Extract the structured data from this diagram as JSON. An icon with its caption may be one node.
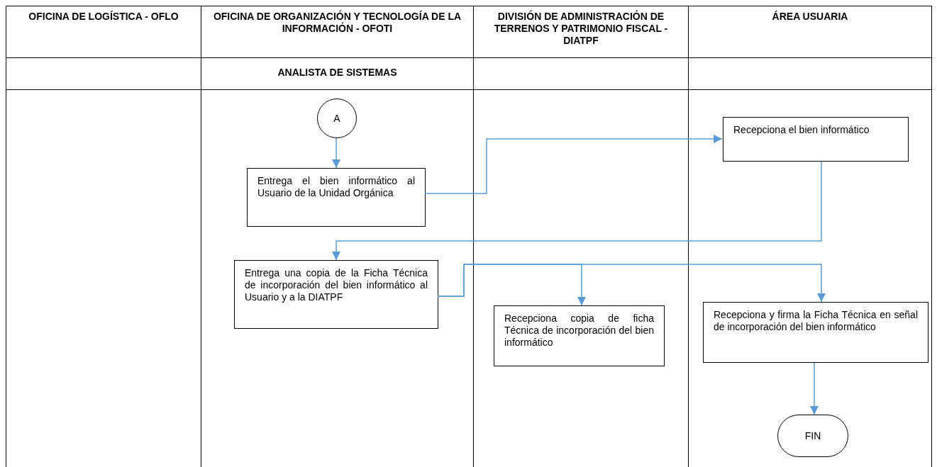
{
  "diagram": {
    "nodes": [
      {
        "text": [
          "OFICINA DE LOGÍSTICA - OFLO"
        ]
      },
      {
        "text": [
          "OFICINA DE ORGANIZACIÓN Y TECNOLOGÍA DE LA INFORMACIÓN - OFOTI",
          "ANALISTA DE SISTEMAS"
        ]
      },
      {
        "text": [
          "DIVISIÓN DE ADMINISTRACIÓN DE TERRENOS Y PATRIMONIO FISCAL - DIATPF"
        ]
      },
      {
        "text": [
          "ÁREA USUARIA"
        ]
      },
      {
        "text": [
          "A"
        ],
        "in": 1
      },
      {
        "text": [
          "Entrega el bien informático al Usuario de la Unidad Orgánica"
        ],
        "in": 1
      },
      {
        "text": [
          "Recepciona el bien informático"
        ],
        "in": 3
      },
      {
        "text": [
          "Entrega una copia de la Ficha Técnica de incorporación del bien informático al Usuario y a la DIATPF"
        ],
        "in": 1
      },
      {
        "text": [
          "Recepciona copia de ficha Técnica de incorporación del bien informático"
        ],
        "in": 2
      },
      {
        "text": [
          "Recepciona y firma la Ficha Técnica en señal de incorporación del bien informático"
        ],
        "in": 3
      },
      {
        "text": [
          "FIN"
        ],
        "in": 3
      }
    ],
    "edges": [
      {
        "from": 4,
        "to": 5,
        "arrow": "to"
      },
      {
        "from": 5,
        "to": 6,
        "arrow": "to"
      },
      {
        "from": 6,
        "to": 7,
        "arrow": "to"
      },
      {
        "from": 7,
        "to": 8,
        "arrow": "to"
      },
      {
        "from": 7,
        "to": 9,
        "arrow": "to"
      },
      {
        "from": 9,
        "to": 10,
        "arrow": "to"
      }
    ]
  }
}
